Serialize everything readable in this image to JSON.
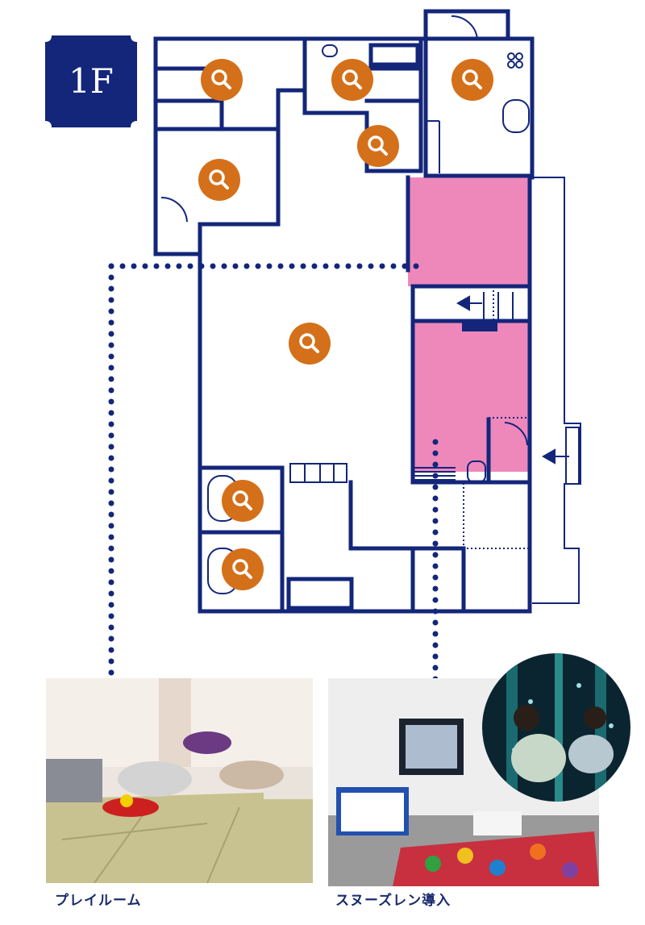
{
  "floor_label": "1F",
  "colors": {
    "wall": "#13267a",
    "highlight": "#ee88bb",
    "marker": "#d4701a",
    "dots": "#13267a"
  },
  "icons": {
    "room_marker": "magnifier-icon",
    "entry_arrow": "arrow-left-icon"
  },
  "photos": [
    {
      "id": "playroom",
      "caption": "プレイルーム"
    },
    {
      "id": "snoezelen",
      "caption": "スヌーズレン導入"
    }
  ]
}
